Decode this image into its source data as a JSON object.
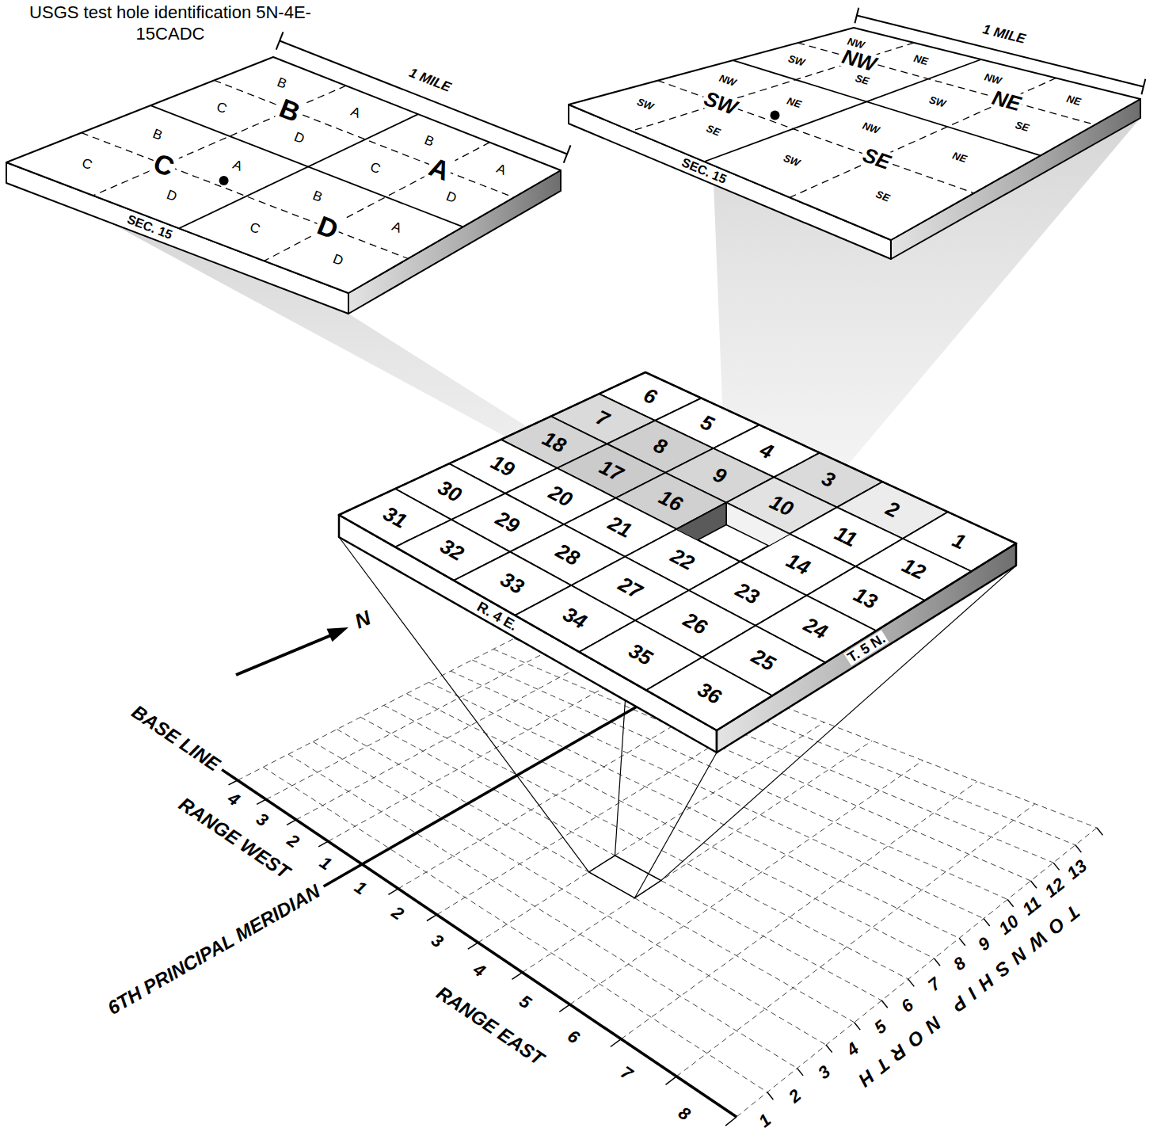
{
  "diagram": {
    "title": "USGS test hole identification 5N-4E-15CADC",
    "labels": [
      "1 MILE",
      "B",
      "B",
      "A",
      "C",
      "D",
      "A",
      "B",
      "A",
      "C",
      "D",
      "C",
      "B",
      "A",
      "C",
      "D",
      "D",
      "B",
      "A",
      "C",
      "D",
      "SEC. 15",
      "1 MILE",
      "NW",
      "NW",
      "NE",
      "SW",
      "SE",
      "NE",
      "NW",
      "NE",
      "SW",
      "SE",
      "SW",
      "NW",
      "NE",
      "SW",
      "SE",
      "SE",
      "NW",
      "NE",
      "SW",
      "SE",
      "SEC. 15",
      "6",
      "5",
      "4",
      "3",
      "2",
      "1",
      "7",
      "8",
      "9",
      "10",
      "11",
      "12",
      "18",
      "17",
      "16",
      "14",
      "13",
      "19",
      "20",
      "21",
      "22",
      "23",
      "24",
      "30",
      "29",
      "28",
      "27",
      "26",
      "25",
      "31",
      "32",
      "33",
      "34",
      "35",
      "36",
      "R. 4 E.",
      "T. 5 N.",
      "N",
      "BASE LINE",
      "RANGE WEST",
      "4",
      "3",
      "2",
      "1",
      "6TH PRINCIPAL MERIDIAN",
      "1",
      "2",
      "3",
      "4",
      "5",
      "6",
      "7",
      "8",
      "RANGE EAST",
      "1",
      "2",
      "3",
      "4",
      "5",
      "6",
      "7",
      "8",
      "9",
      "10",
      "11",
      "12",
      "13",
      "TOWNSHIP NORTH"
    ]
  }
}
